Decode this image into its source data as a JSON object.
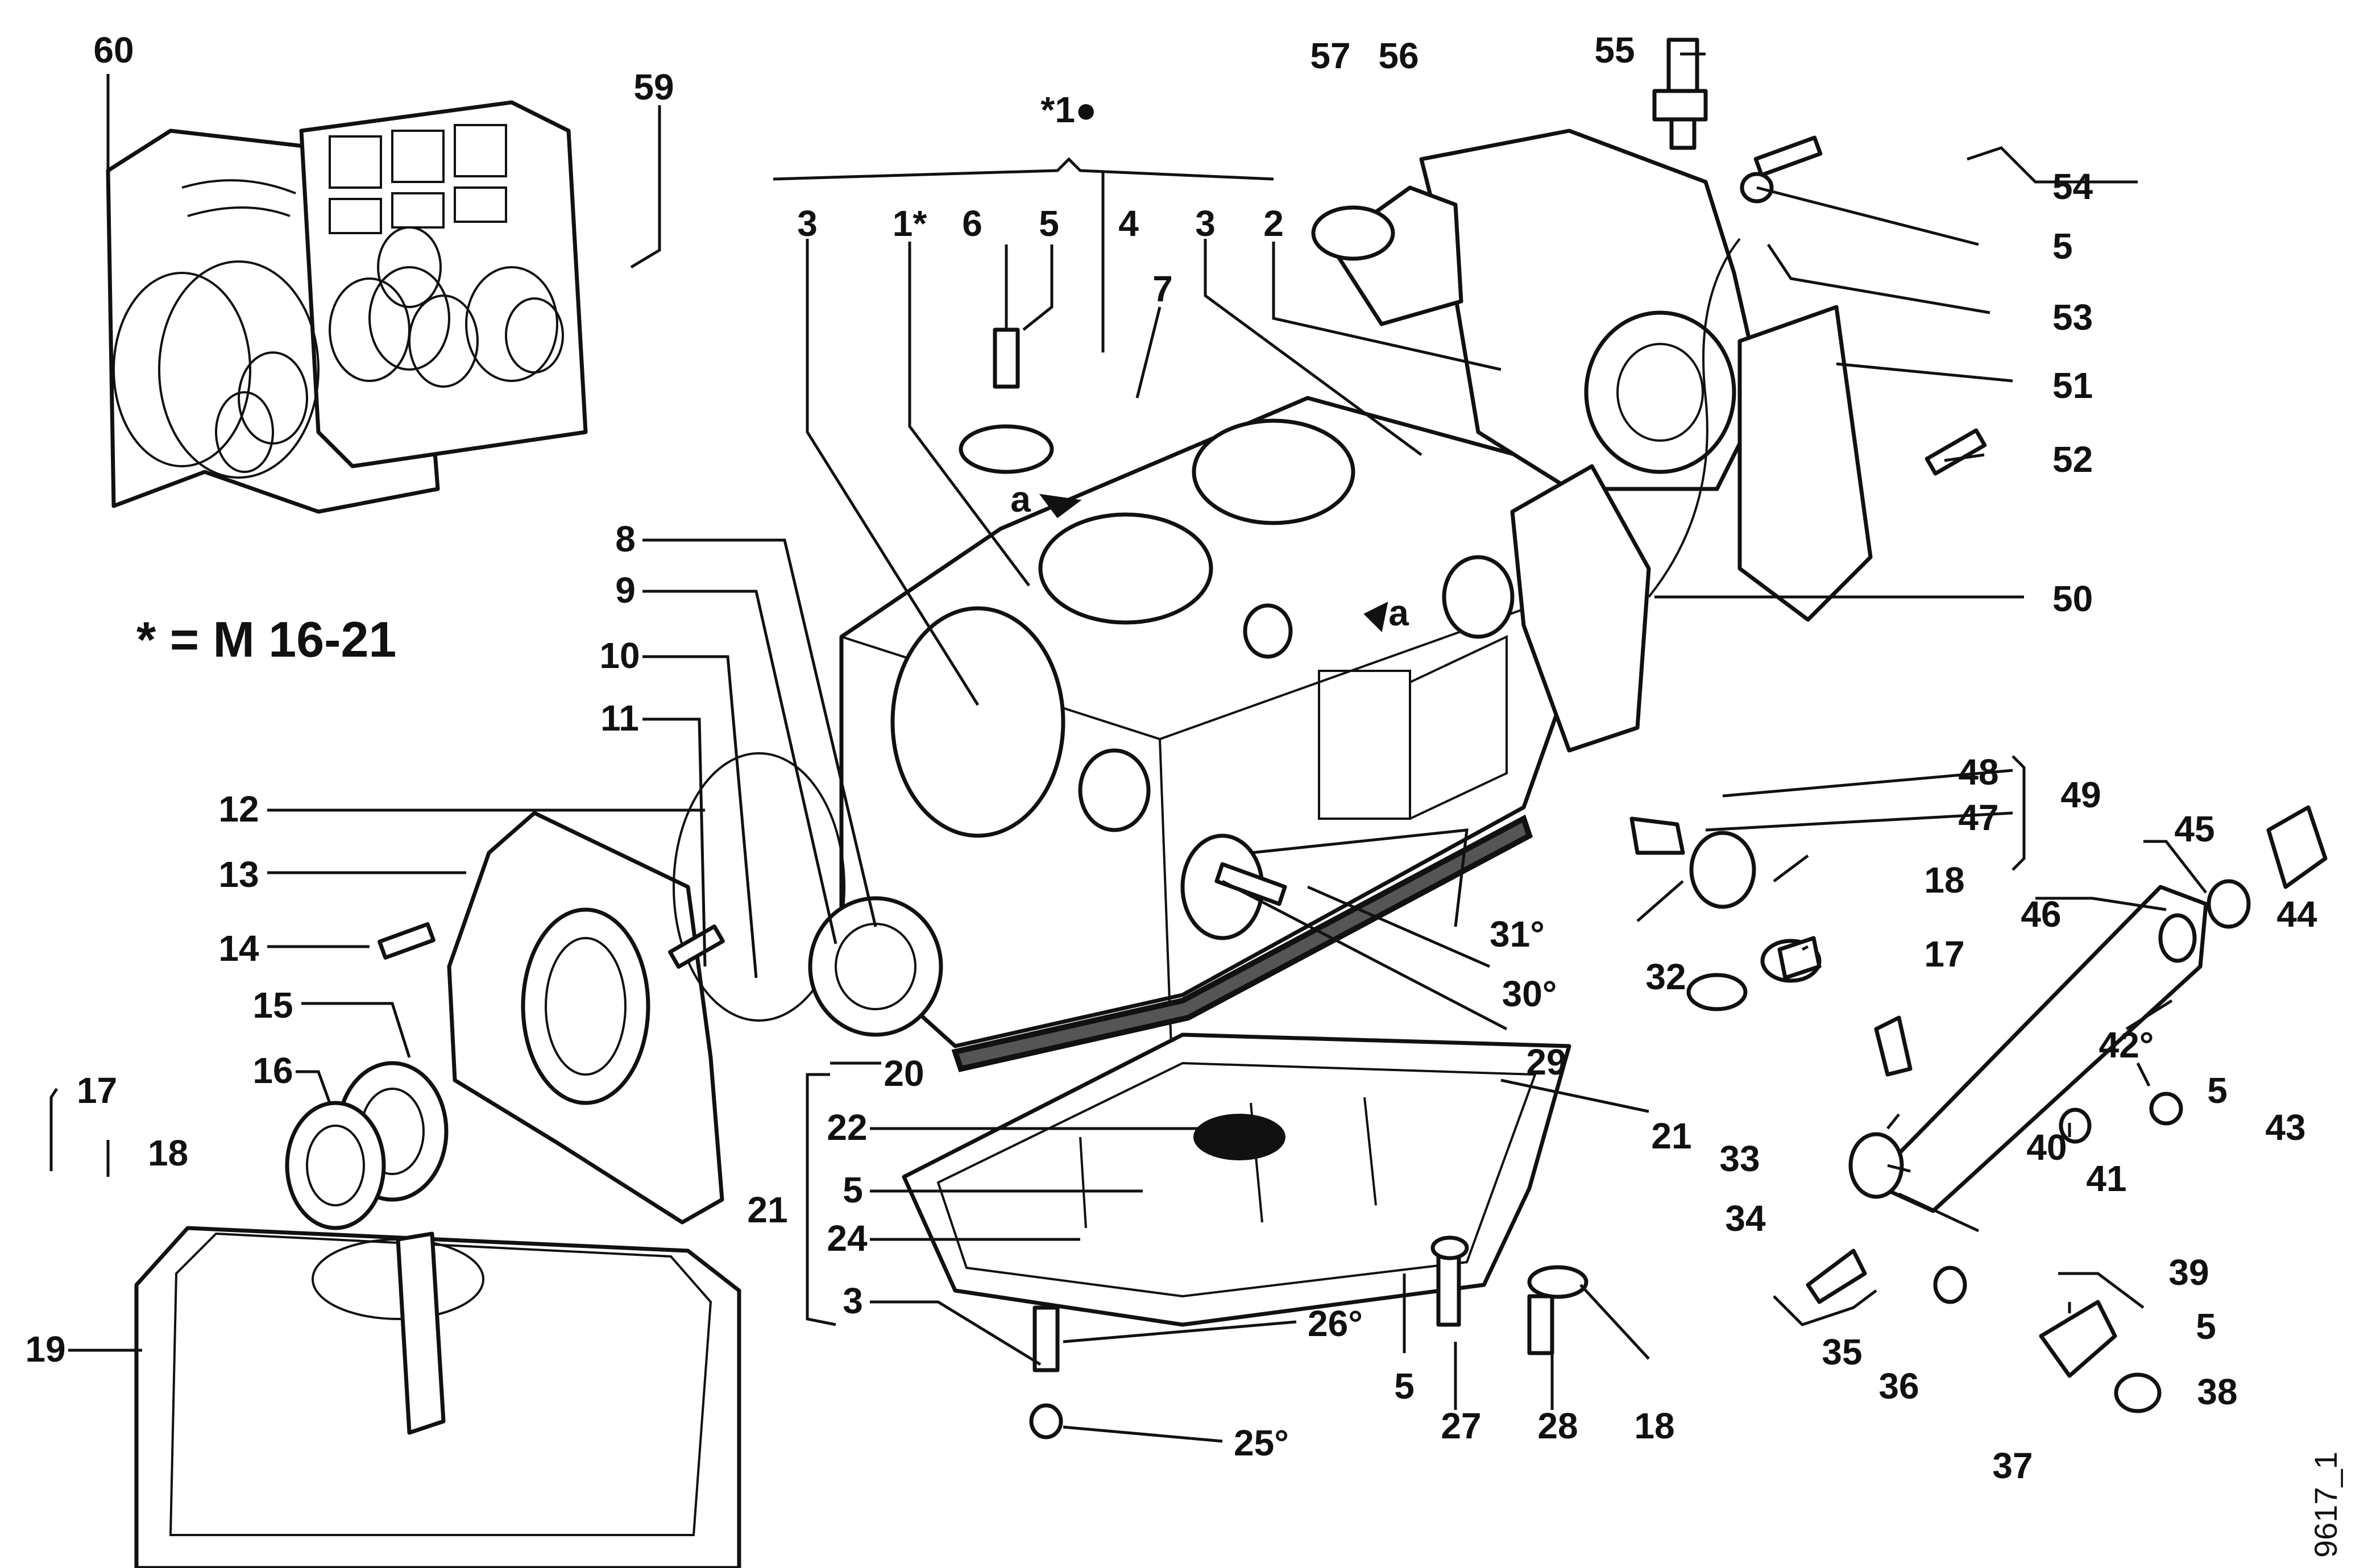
{
  "legend": {
    "note": "* = M 16-21",
    "figure_id": "9617_1",
    "group_label": "*1●"
  },
  "callouts": [
    {
      "id": "c60",
      "text": "60"
    },
    {
      "id": "c59",
      "text": "59"
    },
    {
      "id": "c57",
      "text": "57"
    },
    {
      "id": "c56",
      "text": "56"
    },
    {
      "id": "c55",
      "text": "55"
    },
    {
      "id": "c54",
      "text": "54"
    },
    {
      "id": "c5a",
      "text": "5"
    },
    {
      "id": "c53",
      "text": "53"
    },
    {
      "id": "c51",
      "text": "51"
    },
    {
      "id": "c52",
      "text": "52"
    },
    {
      "id": "c50",
      "text": "50"
    },
    {
      "id": "c3a",
      "text": "3"
    },
    {
      "id": "c1s",
      "text": "1*"
    },
    {
      "id": "c6",
      "text": "6"
    },
    {
      "id": "c5b",
      "text": "5"
    },
    {
      "id": "c4",
      "text": "4"
    },
    {
      "id": "c7",
      "text": "7"
    },
    {
      "id": "c3b",
      "text": "3"
    },
    {
      "id": "c2",
      "text": "2"
    },
    {
      "id": "c8",
      "text": "8"
    },
    {
      "id": "c9",
      "text": "9"
    },
    {
      "id": "c10",
      "text": "10"
    },
    {
      "id": "c11",
      "text": "11"
    },
    {
      "id": "c12",
      "text": "12"
    },
    {
      "id": "c13",
      "text": "13"
    },
    {
      "id": "c14",
      "text": "14"
    },
    {
      "id": "c15",
      "text": "15"
    },
    {
      "id": "c16",
      "text": "16"
    },
    {
      "id": "c17a",
      "text": "17"
    },
    {
      "id": "c18a",
      "text": "18"
    },
    {
      "id": "c19",
      "text": "19"
    },
    {
      "id": "c20",
      "text": "20"
    },
    {
      "id": "c21a",
      "text": "21"
    },
    {
      "id": "c22",
      "text": "22"
    },
    {
      "id": "c5c",
      "text": "5"
    },
    {
      "id": "c24",
      "text": "24"
    },
    {
      "id": "c3c",
      "text": "3"
    },
    {
      "id": "c26",
      "text": "26°"
    },
    {
      "id": "c25",
      "text": "25°"
    },
    {
      "id": "c5d",
      "text": "5"
    },
    {
      "id": "c27",
      "text": "27"
    },
    {
      "id": "c28",
      "text": "28"
    },
    {
      "id": "c18b",
      "text": "18"
    },
    {
      "id": "c21b",
      "text": "21"
    },
    {
      "id": "c29",
      "text": "29"
    },
    {
      "id": "c30",
      "text": "30°"
    },
    {
      "id": "c31",
      "text": "31°"
    },
    {
      "id": "c32",
      "text": "32"
    },
    {
      "id": "c48",
      "text": "48"
    },
    {
      "id": "c47",
      "text": "47"
    },
    {
      "id": "c49",
      "text": "49"
    },
    {
      "id": "c18c",
      "text": "18"
    },
    {
      "id": "c17b",
      "text": "17"
    },
    {
      "id": "c45",
      "text": "45"
    },
    {
      "id": "c44",
      "text": "44"
    },
    {
      "id": "c46",
      "text": "46"
    },
    {
      "id": "c42",
      "text": "42°"
    },
    {
      "id": "c5e",
      "text": "5"
    },
    {
      "id": "c43",
      "text": "43"
    },
    {
      "id": "c40",
      "text": "40"
    },
    {
      "id": "c41",
      "text": "41"
    },
    {
      "id": "c33",
      "text": "33"
    },
    {
      "id": "c34",
      "text": "34"
    },
    {
      "id": "c35",
      "text": "35"
    },
    {
      "id": "c36",
      "text": "36"
    },
    {
      "id": "c37",
      "text": "37"
    },
    {
      "id": "c39",
      "text": "39"
    },
    {
      "id": "c5f",
      "text": "5"
    },
    {
      "id": "c38",
      "text": "38"
    },
    {
      "id": "ca1",
      "text": "a"
    },
    {
      "id": "ca2",
      "text": "a"
    }
  ]
}
